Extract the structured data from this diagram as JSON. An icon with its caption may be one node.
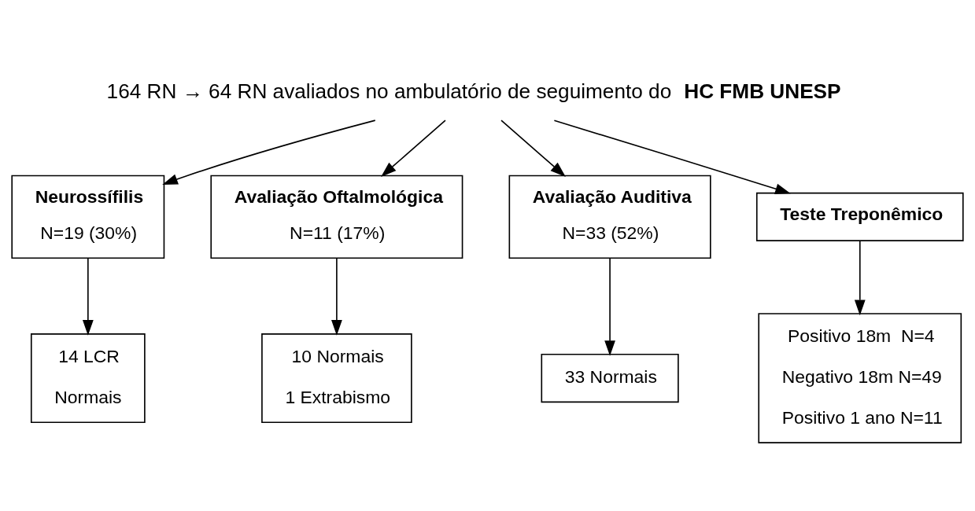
{
  "diagram": {
    "nodes": [
      {
        "text": [
          "164 RN → 64 RN avaliados no ambulatório de seguimento do **HC FMB UNESP**"
        ]
      },
      {
        "text": [
          "Neurossífilis",
          "N=19 (30%)"
        ]
      },
      {
        "text": [
          "Avaliação Oftalmológica",
          "N=11 (17%)"
        ]
      },
      {
        "text": [
          "Avaliação Auditiva",
          "N=33 (52%)"
        ]
      },
      {
        "text": [
          "Teste Treponêmico"
        ]
      },
      {
        "text": [
          "14 LCR",
          "Normais"
        ]
      },
      {
        "text": [
          "10 Normais",
          "1 Extrabismo"
        ]
      },
      {
        "text": [
          "33 Normais"
        ]
      },
      {
        "text": [
          "Positivo 18m  N=4",
          "Negativo 18m N=49",
          "Positivo 1 ano N=11"
        ]
      }
    ],
    "edges": [
      {
        "from": 0,
        "to": 1,
        "arrow": "to"
      },
      {
        "from": 0,
        "to": 2,
        "arrow": "to"
      },
      {
        "from": 0,
        "to": 3,
        "arrow": "to"
      },
      {
        "from": 0,
        "to": 4,
        "arrow": "to"
      },
      {
        "from": 1,
        "to": 5,
        "arrow": "to"
      },
      {
        "from": 2,
        "to": 6,
        "arrow": "to"
      },
      {
        "from": 3,
        "to": 7,
        "arrow": "to"
      },
      {
        "from": 4,
        "to": 8,
        "arrow": "to"
      }
    ]
  }
}
